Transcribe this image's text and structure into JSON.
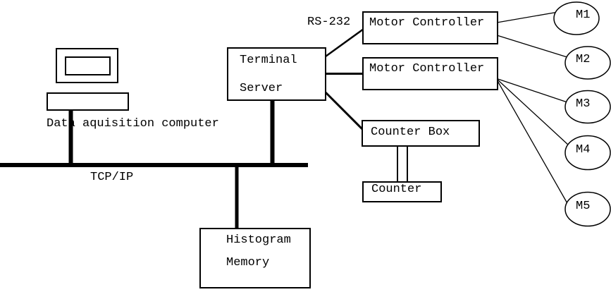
{
  "diagram": {
    "description": "Hardware block diagram of a data acquisition system",
    "colors": {
      "line": "#000000",
      "background": "#ffffff"
    }
  },
  "labels": {
    "data_acquisition_computer": "Data aquisition computer",
    "tcpip_bus": "TCP/IP",
    "rs232_link": "RS-232"
  },
  "nodes": {
    "terminal_server": {
      "lines": [
        "Terminal",
        "Server"
      ]
    },
    "motor_controller_1": {
      "label": "Motor Controller"
    },
    "motor_controller_2": {
      "label": "Motor Controller"
    },
    "counter_box": {
      "label": "Counter Box"
    },
    "counter": {
      "label": "Counter"
    },
    "histogram_memory": {
      "lines": [
        "Histogram",
        "Memory"
      ]
    }
  },
  "motors": [
    {
      "label": "M1"
    },
    {
      "label": "M2"
    },
    {
      "label": "M3"
    },
    {
      "label": "M4"
    },
    {
      "label": "M5"
    }
  ]
}
